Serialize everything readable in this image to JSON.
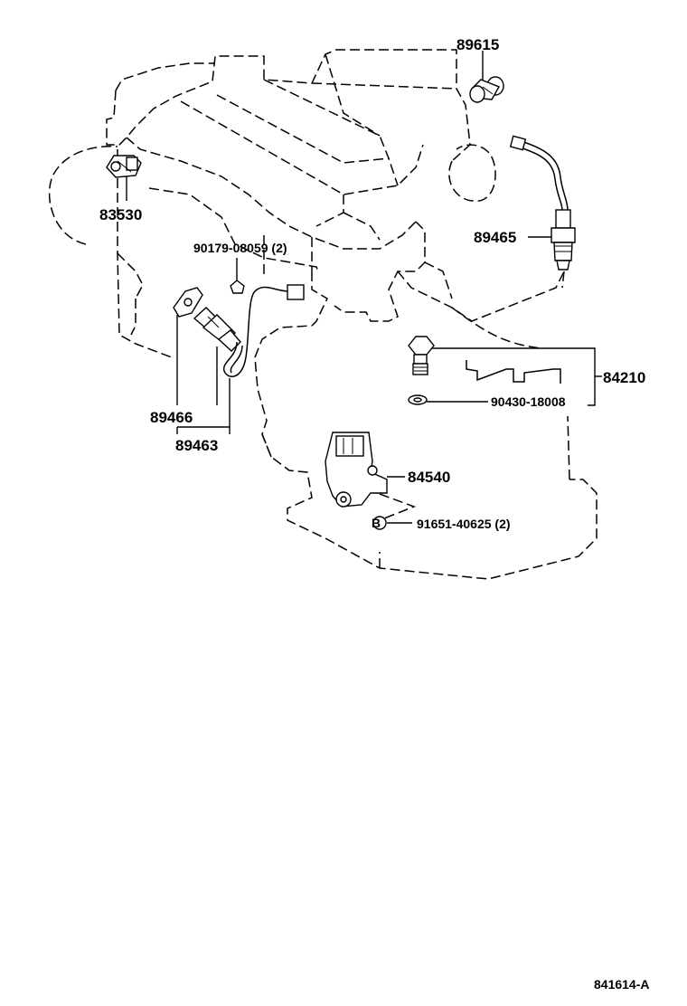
{
  "diagram_id": "841614-A",
  "parts": {
    "p89615": "89615",
    "p83530": "83530",
    "p89465": "89465",
    "p90179": "90179-08059 (2)",
    "p84210": "84210",
    "p90430": "90430-18008",
    "p89466": "89466",
    "p89463": "89463",
    "p84540": "84540",
    "p91651": "91651-40625 (2)",
    "bolt_marker": "B"
  }
}
